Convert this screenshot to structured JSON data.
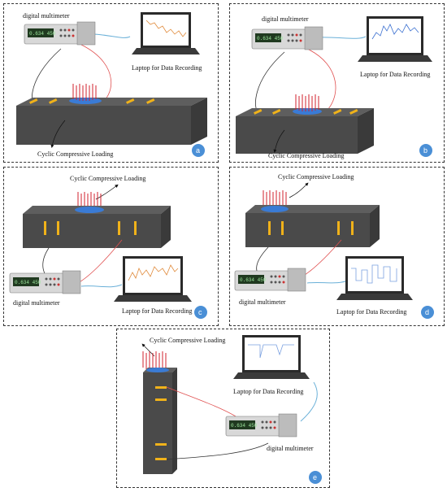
{
  "panels": [
    {
      "id": "a",
      "label": "a",
      "multimeter_label": "digital multimeter",
      "laptop_label": "Laptop for Data Recording",
      "loading_label": "Cyclic Compressive Loading",
      "display_text": "0.634 450"
    },
    {
      "id": "b",
      "label": "b",
      "multimeter_label": "digital multimeter",
      "laptop_label": "Laptop for Data Recording",
      "loading_label": "Cyclic Compressive Loading",
      "display_text": "0.634 450"
    },
    {
      "id": "c",
      "label": "c",
      "multimeter_label": "digital multimeter",
      "laptop_label": "Laptop for Data Recording",
      "loading_label": "Cyclic Compressive Loading",
      "display_text": "0.634 450"
    },
    {
      "id": "d",
      "label": "d",
      "multimeter_label": "digital multimeter",
      "laptop_label": "Laptop for Data Recording",
      "loading_label": "Cyclic Compressive Loading",
      "display_text": "0.634 450"
    },
    {
      "id": "e",
      "label": "e",
      "multimeter_label": "digital multimeter",
      "laptop_label": "Laptop for Data Recording",
      "loading_label": "Cyclic Compressive Loading",
      "display_text": "0.634 450"
    }
  ],
  "colors": {
    "beam": "#4a4a4a",
    "beam_top": "#5e5e5e",
    "beam_side": "#3a3a3a",
    "sensor": "#f0b21a",
    "arrow": "#d0202e",
    "load_zone": "#3a7bd5",
    "wire_red": "#e05050",
    "wire_dark": "#333333",
    "wire_blue": "#6ab0d8",
    "badge": "#4a8fd6",
    "plot_orange": "#e08a3a",
    "plot_blue": "#3a6fd0",
    "plot_lightblue": "#7aa0e0"
  }
}
